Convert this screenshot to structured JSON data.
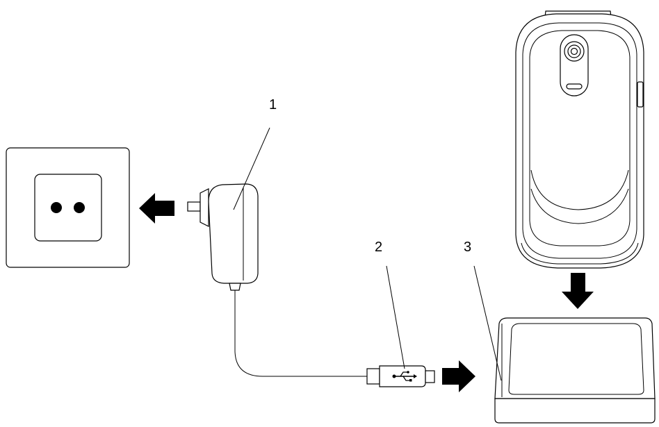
{
  "callouts": [
    {
      "id": "1",
      "label": "1"
    },
    {
      "id": "2",
      "label": "2"
    },
    {
      "id": "3",
      "label": "3"
    }
  ],
  "components": {
    "wall_socket": "wall-socket",
    "charger": "mains-charger",
    "usb_plug": "usb-connector",
    "desk_charger": "desk-charger-cradle",
    "phone": "flip-phone"
  },
  "icons": {
    "usb": "usb-symbol-icon",
    "arrow_left": "arrow-left-icon",
    "arrow_right": "arrow-right-icon",
    "arrow_down": "arrow-down-icon"
  },
  "colors": {
    "line": "#000000",
    "fill": "#ffffff"
  }
}
